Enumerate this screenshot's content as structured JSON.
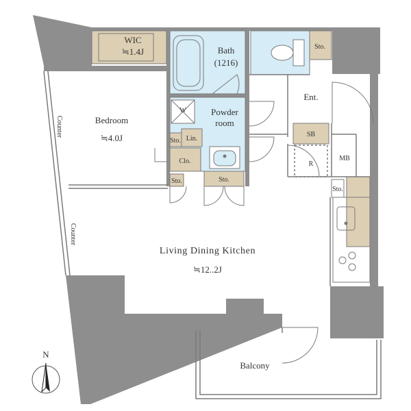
{
  "colors": {
    "wall": "#8e8e8e",
    "wet_area": "#d6ecf6",
    "storage": "#dccfb4",
    "line": "#7a7a7a",
    "text": "#333333"
  },
  "rooms": {
    "wic": {
      "name": "WIC",
      "area": "≒1.4J"
    },
    "bath": {
      "name": "Bath",
      "size": "(1216)"
    },
    "bedroom": {
      "name": "Bedroom",
      "area": "≒4.0J"
    },
    "powder_room": {
      "name_line1": "Powder",
      "name_line2": "room"
    },
    "entrance": {
      "name": "Ent."
    },
    "ldk": {
      "name": "Living Dining Kitchen",
      "area": "≒12..2J"
    },
    "balcony": {
      "name": "Balcony"
    }
  },
  "fixtures": {
    "storage_toilet": "Sto.",
    "storage_bedroom": "Sto.",
    "storage_hall_small": "Sto.",
    "storage_hall": "Sto.",
    "storage_kitchen": "Sto.",
    "shoe_box": "SB",
    "refrigerator": "R",
    "meter_box": "MB",
    "closet": "Clo.",
    "linen": "Lin.",
    "washer": "W"
  },
  "counters": [
    "Counter",
    "Counter"
  ],
  "compass": {
    "label": "N",
    "icon": "north-arrow-icon"
  }
}
